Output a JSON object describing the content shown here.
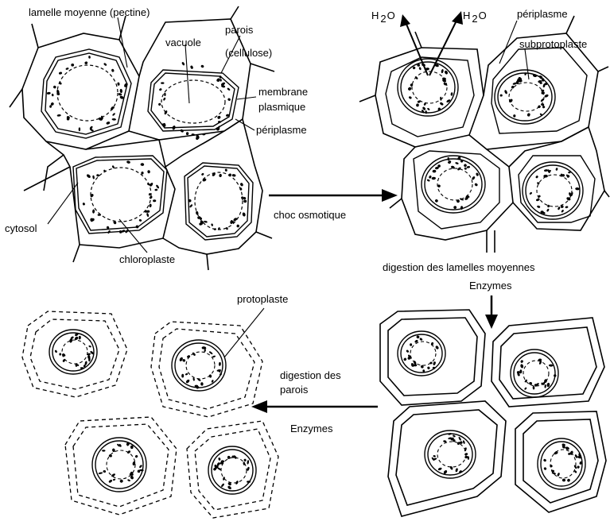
{
  "labels": {
    "lamelle": "lamelle moyenne (pectine)",
    "vacuole": "vacuole",
    "parois_1": "parois",
    "parois_2": "(cellulose)",
    "membrane_1": "membrane",
    "membrane_2": "plasmique",
    "periplasme_1": "périplasme",
    "cytosol": "cytosol",
    "chloroplaste": "chloroplaste",
    "choc": "choc osmotique",
    "h2o_1_h": "H",
    "h2o_1_sub": "2",
    "h2o_1_o": "O",
    "h2o_2_h": "H",
    "h2o_2_sub": "2",
    "h2o_2_o": "O",
    "periplasme_2": "périplasme",
    "subprotoplaste": "subprotoplaste",
    "digestion_lamelles": "digestion des lamelles moyennes",
    "enzymes_1": "Enzymes",
    "protoplaste": "protoplaste",
    "digestion_parois_1": "digestion des",
    "digestion_parois_2": "parois",
    "enzymes_2": "Enzymes"
  }
}
